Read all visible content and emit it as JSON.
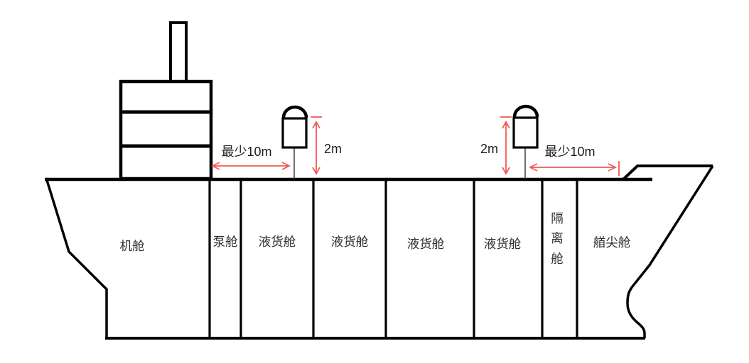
{
  "diagram": {
    "type": "ship-side-profile",
    "subject": "oil tanker compartment arrangement with vent mast clearance dimensions"
  },
  "colors": {
    "line": "#000000",
    "dimension": "#f05a52",
    "text": "#2e2e2e"
  },
  "compartments": [
    {
      "id": "engine-room",
      "label": "机舱"
    },
    {
      "id": "pump-room",
      "label": "泵舱"
    },
    {
      "id": "cargo-tank-1",
      "label": "液货舱"
    },
    {
      "id": "cargo-tank-2",
      "label": "液货舱"
    },
    {
      "id": "cargo-tank-3",
      "label": "液货舱"
    },
    {
      "id": "cargo-tank-4",
      "label": "液货舱"
    },
    {
      "id": "cofferdam",
      "label": "隔离舱",
      "chars": [
        "隔",
        "离",
        "舱"
      ]
    },
    {
      "id": "fore-peak",
      "label": "艏尖舱"
    }
  ],
  "dimensions": {
    "aft_min_distance": "最少10m",
    "aft_vent_height": "2m",
    "fwd_vent_height": "2m",
    "fwd_min_distance": "最少10m"
  },
  "icons": {
    "vent_head": "pressure-vacuum-vent-head"
  }
}
